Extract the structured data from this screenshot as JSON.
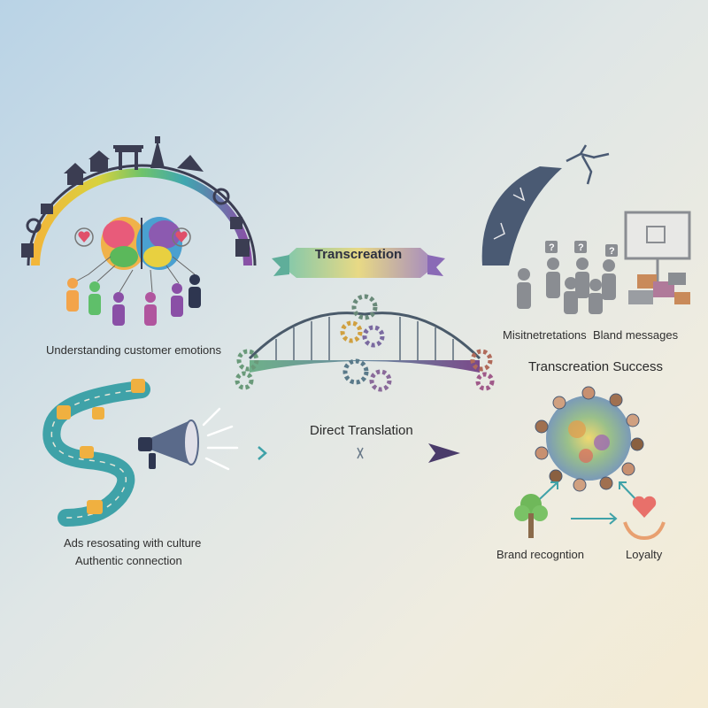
{
  "labels": {
    "understanding": "Understanding customer emotions",
    "ads_line1": "Ads resosating with culture",
    "ads_line2": "Authentic connection",
    "banner": "Transcreation",
    "direct_translation": "Direct Translation",
    "misinterpretations": "Misitnetretations",
    "bland_messages": "Bland messages",
    "success": "Transcreation Success",
    "brand_recognition": "Brand recogntion",
    "loyalty": "Loyalty"
  },
  "colors": {
    "rainbow": [
      "#f2b63a",
      "#e9d33a",
      "#6fc36a",
      "#3fa7b0",
      "#5d5fb0",
      "#8a4fa6"
    ],
    "broken_arc": "#4a5a73",
    "gray_people": "#8a8d92",
    "teal": "#3fa2a8",
    "arrow_dark": "#4a3b6a"
  }
}
